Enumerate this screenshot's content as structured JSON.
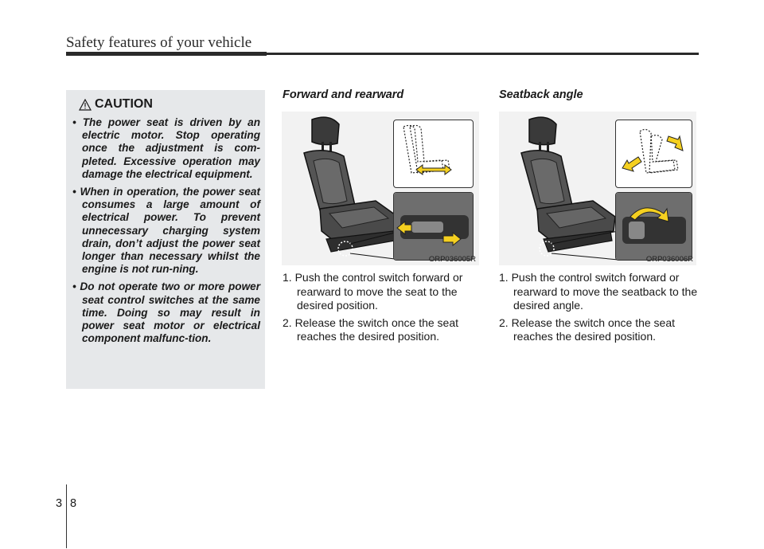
{
  "header": {
    "title": "Safety features of your vehicle"
  },
  "caution": {
    "title": "CAUTION",
    "items": [
      "• The power seat is driven by an electric motor. Stop operating once the adjustment is com-pleted. Excessive operation may damage the electrical equipment.",
      "• When in operation, the power seat consumes a large amount of electrical power. To prevent unnecessary charging system drain, don’t adjust the power seat longer than necessary whilst the engine is not run-ning.",
      "• Do not operate two or more power seat control switches at the same time. Doing so may result in power seat motor or electrical component malfunc-tion."
    ]
  },
  "forward": {
    "title": "Forward and rearward",
    "figure_code": "ORP036005R",
    "steps": [
      "1. Push the control switch forward or rearward to move the seat to the desired position.",
      "2. Release the switch once the seat reaches the desired position."
    ]
  },
  "seatback": {
    "title": "Seatback angle",
    "figure_code": "ORP036006R",
    "steps": [
      "1. Push the control switch forward or rearward to move the seatback to the desired angle.",
      "2. Release the switch once the seat reaches the desired position."
    ]
  },
  "page": {
    "chapter": "3",
    "number": "8"
  },
  "colors": {
    "caution_bg": "#e6e8ea",
    "arrow": "#f5d020",
    "figure_bg": "#f2f2f2"
  }
}
